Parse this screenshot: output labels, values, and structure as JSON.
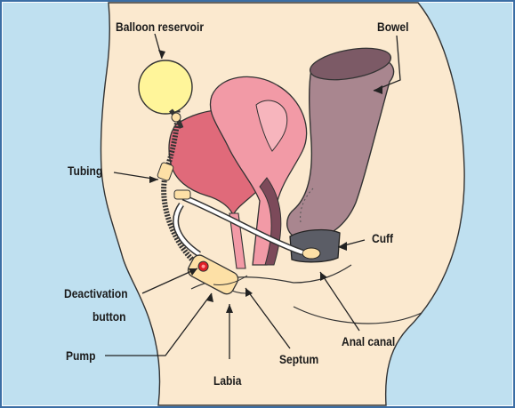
{
  "labels": {
    "balloon_reservoir": "Balloon reservoir",
    "bowel": "Bowel",
    "tubing": "Tubing",
    "cuff": "Cuff",
    "deactivation_line1": "Deactivation",
    "deactivation_line2": "button",
    "pump": "Pump",
    "anal_canal": "Anal canal",
    "septum": "Septum",
    "labia": "Labia"
  },
  "colors": {
    "background_blue": "#bfe0f0",
    "skin": "#fbe9cf",
    "uterus_pink": "#f29aa6",
    "bladder_red": "#e06a7a",
    "bowel_mauve": "#a9868f",
    "balloon_yellow": "#fff59a",
    "cuff_gray": "#5b5d66",
    "pump_tan": "#fde0a6",
    "button_red": "#e01d25"
  }
}
